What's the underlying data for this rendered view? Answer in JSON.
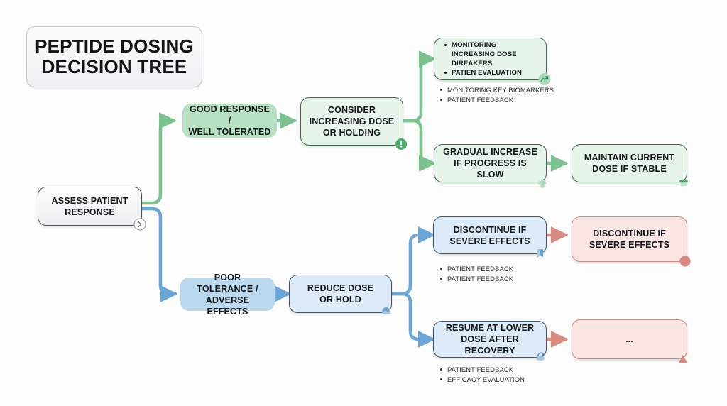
{
  "title": {
    "line1": "PEPTIDE DOSING",
    "line2": "DECISION TREE"
  },
  "colors": {
    "green_accent": "#7cc28f",
    "green_solid": "#b8e0c2",
    "green_soft": "#e7f4ea",
    "blue_accent": "#6aa6d8",
    "blue_solid": "#bad8ee",
    "blue_soft": "#ddeaf7",
    "pink_accent": "#d98a80",
    "pink_soft": "#fae5e2",
    "grey_fill": "#eceff0"
  },
  "nodes": {
    "root": {
      "label": "ASSESS PATIENT\nRESPONSE",
      "badge": "chevron-right-badge"
    },
    "good_response": {
      "label": "GOOD RESPONSE /\nWELL TOLERATED",
      "badge": "none"
    },
    "consider_increase": {
      "label": "CONSIDER\nINCREASING DOSE\nOR HOLDING",
      "badge": "exclamation-badge"
    },
    "monitoring_box": {
      "items": [
        "MONITORING INCREASING DOSE DIREAKERS",
        "PATIEN EVALUATION"
      ],
      "badge": "trend-up-badge"
    },
    "gradual_increase": {
      "label": "GRADUAL INCREASE\nIF PROGRESS IS SLOW",
      "badge": "arrow-up-badge"
    },
    "maintain_dose": {
      "label": "MAINTAIN CURRENT\nDOSE IF STABLE",
      "badge": "bar-badge"
    },
    "poor_tolerance": {
      "label": "POOR TOLERANCE /\nADVERSE EFFECTS",
      "badge": "none"
    },
    "reduce_dose": {
      "label": "REDUCE DOSE\nOR HOLD",
      "badge": "half-circle-badge"
    },
    "discontinue_blue": {
      "label": "DISCONTINUE IF\nSEVERE EFFECTS",
      "badge": "bookmark-badge"
    },
    "discontinue_pink": {
      "label": "DISCONTINUE IF\nSEVERE EFFECTS",
      "badge": "circle-badge"
    },
    "resume_lower": {
      "label": "RESUME AT LOWER\nDOSE AFTER RECOVERY",
      "badge": "refresh-badge"
    },
    "placeholder_pink": {
      "label": "...",
      "badge": "triangle-badge"
    }
  },
  "lists": {
    "under_monitoring": [
      "MONITORING KEY BIOMARKERS",
      "PATIENT FEEDBACK"
    ],
    "under_discontinue": [
      "PATIENT FEEDBACK",
      "PATIENT FEEDBACK"
    ],
    "under_resume": [
      "PATIENT FEEDBACK",
      "EFFICACY EVALUATION"
    ]
  }
}
